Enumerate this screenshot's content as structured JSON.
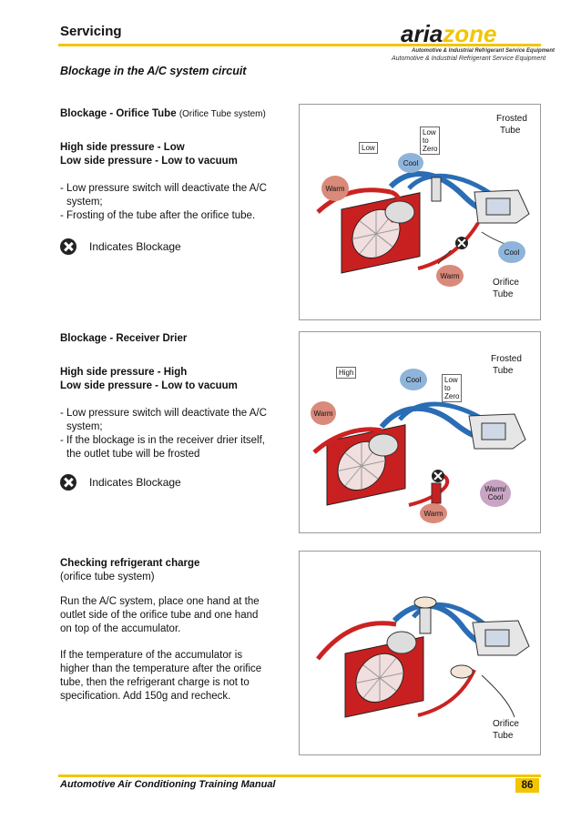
{
  "header": {
    "section": "Servicing",
    "logo_aria": "aria",
    "logo_zone": "zone",
    "logo_tagline": "Automotive & Industrial Refrigerant Service Equipment",
    "logo_tagline2": "Automotive & Industrial Refrigerant Service Equipment"
  },
  "subtitle": "Blockage in the A/C system circuit",
  "section1": {
    "title_bold": "Blockage - Orifice Tube",
    "title_small": "(Orifice Tube system)",
    "high_side": "High side pressure - Low",
    "low_side": "Low side pressure - Low to vacuum",
    "bullets": [
      "- Low pressure switch will deactivate the A/C",
      "  system;",
      "- Frosting of the tube after the orifice tube."
    ],
    "indicates": "Indicates Blockage",
    "diagram": {
      "frosted": "Frosted",
      "tube": "Tube",
      "low_tag": "Low",
      "low_to_zero": [
        "Low",
        "to",
        "Zero"
      ],
      "cool": "Cool",
      "warm": "Warm",
      "cool2": "Cool",
      "warm2": "Warm",
      "orifice": "Orifice",
      "orifice_tube": "Tube"
    }
  },
  "section2": {
    "title": "Blockage - Receiver Drier",
    "high_side": "High side pressure - High",
    "low_side": "Low side pressure - Low to vacuum",
    "bullets": [
      "- Low pressure switch will deactivate the A/C",
      "  system;",
      "- If the blockage is in the receiver drier itself,",
      "  the outlet tube will be frosted"
    ],
    "indicates": "Indicates Blockage",
    "diagram": {
      "frosted": "Frosted",
      "tube": "Tube",
      "high_tag": "High",
      "cool": "Cool",
      "low_to_zero": [
        "Low",
        "to",
        "Zero"
      ],
      "warm": "Warm",
      "warm_cool": [
        "Warm/",
        "Cool"
      ],
      "warm2": "Warm"
    }
  },
  "section3": {
    "title": "Checking refrigerant charge",
    "subtitle": "(orifice tube system)",
    "para1": [
      "Run the A/C system, place one hand at the",
      "outlet side of the orifice tube and one hand",
      "on top of the accumulator."
    ],
    "para2": [
      "If the temperature of the accumulator is",
      "higher than the temperature after the orifice",
      "tube, then the refrigerant charge is not to",
      "specification. Add 150g and recheck."
    ],
    "diagram": {
      "orifice": "Orifice",
      "tube": "Tube"
    }
  },
  "footer": {
    "title": "Automotive Air Conditioning Training Manual",
    "page": "86"
  },
  "colors": {
    "accent": "#f2c500",
    "hot_line": "#cc2222",
    "cold_line": "#2a6db5",
    "warm_bubble": "#d98a7a",
    "cool_bubble": "#8fb4da"
  }
}
